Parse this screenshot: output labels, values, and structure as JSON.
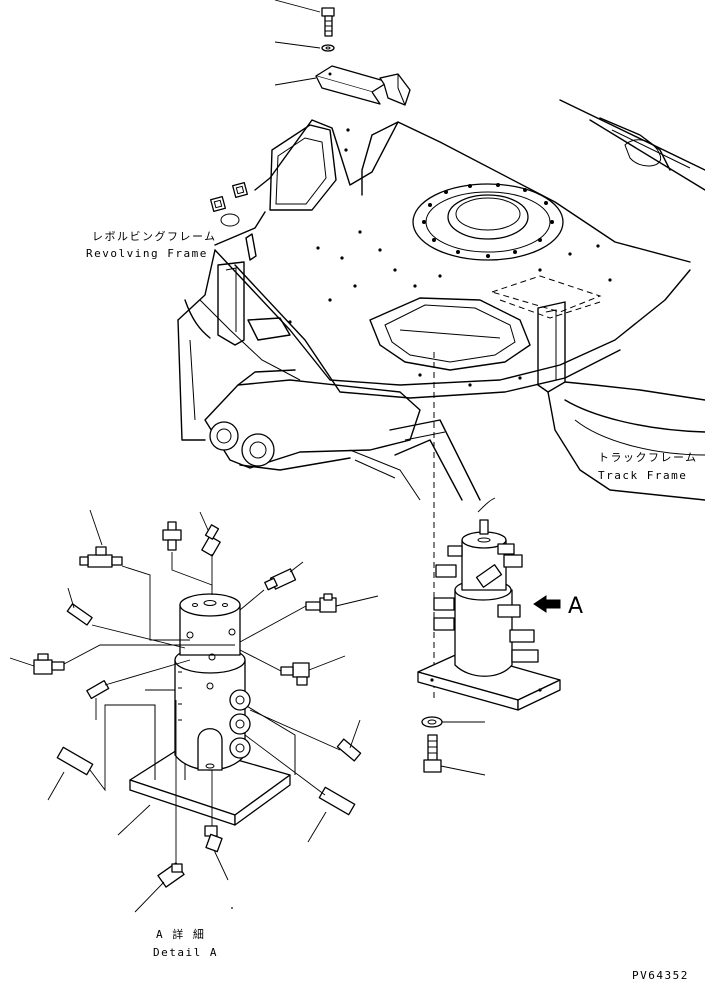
{
  "labels": {
    "revolving_frame_jp": "レボルビングフレーム",
    "revolving_frame_en": "Revolving Frame",
    "track_frame_jp": "トラックフレーム",
    "track_frame_en": "Track Frame",
    "view_marker": "A",
    "detail_jp": "A 詳 細",
    "detail_en": "Detail A",
    "drawing_number": "PV64352"
  },
  "icons": {
    "view_arrow": "arrow-right-icon"
  }
}
